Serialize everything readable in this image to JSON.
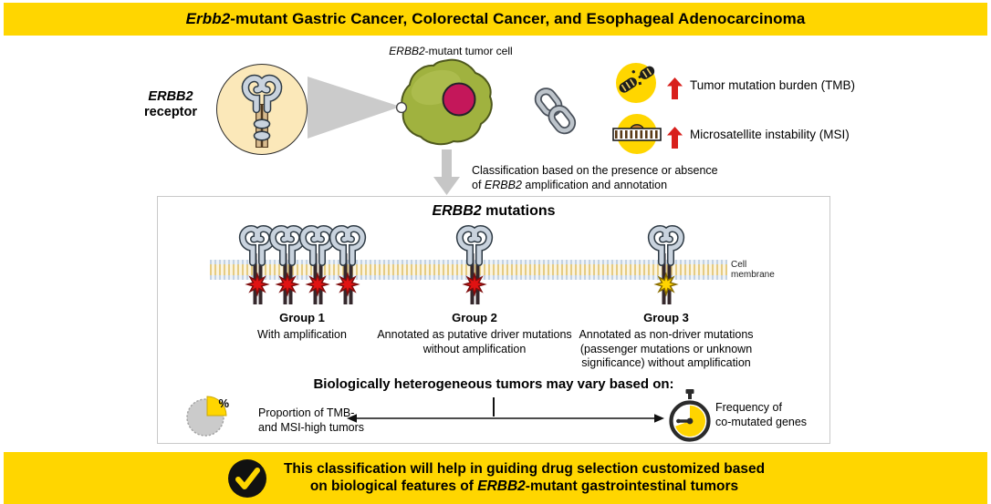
{
  "colors": {
    "banner_yellow": "#FFD600",
    "accent_red": "#D8201C",
    "star_red": "#E01212",
    "star_yellow": "#FFD400",
    "cell_green": "#A0B23F",
    "nucleus_pink": "#C4175A",
    "receptor_bg": "#FBE8B9",
    "membrane_tan": "#E5CB82",
    "icon_gray": "#C6C6C6"
  },
  "header": {
    "title_em": "Erbb2",
    "title_rest": "-mutant Gastric Cancer, Colorectal Cancer, and Esophageal Adenocarcinoma"
  },
  "top_section": {
    "receptor_label_em": "ERBB2",
    "receptor_label_line2": "receptor",
    "tumor_cell_label_em": "ERBB2",
    "tumor_cell_label_rest": "-mutant tumor cell",
    "tmb_label": "Tumor mutation burden (TMB)",
    "msi_label": "Microsatellite instability (MSI)",
    "classification_line1": "Classification based on the presence or absence",
    "classification_line2_pre": "of ",
    "classification_line2_em": "ERBB2",
    "classification_line2_post": " amplification and annotation"
  },
  "mutations_box": {
    "title_em": "ERBB2",
    "title_rest": " mutations",
    "membrane_label_line1": "Cell",
    "membrane_label_line2": "membrane",
    "groups": [
      {
        "name": "Group 1",
        "description": "With amplification"
      },
      {
        "name": "Group 2",
        "description": "Annotated as putative driver mutations without amplification"
      },
      {
        "name": "Group 3",
        "description": "Annotated as non-driver mutations (passenger mutations or unknown significance) without amplification"
      }
    ],
    "heterogeneity_title": "Biologically heterogeneous tumors may vary based on:",
    "pie_percent": "%",
    "pie_label_line1": "Proportion of TMB-",
    "pie_label_line2": "and MSI-high tumors",
    "stopwatch_label_line1": "Frequency of",
    "stopwatch_label_line2": "co-mutated genes"
  },
  "footer": {
    "line1": "This classification will help in guiding drug selection customized based",
    "line2_pre": "on biological features of ",
    "line2_em": "ERBB2",
    "line2_post": "-mutant gastrointestinal tumors"
  }
}
